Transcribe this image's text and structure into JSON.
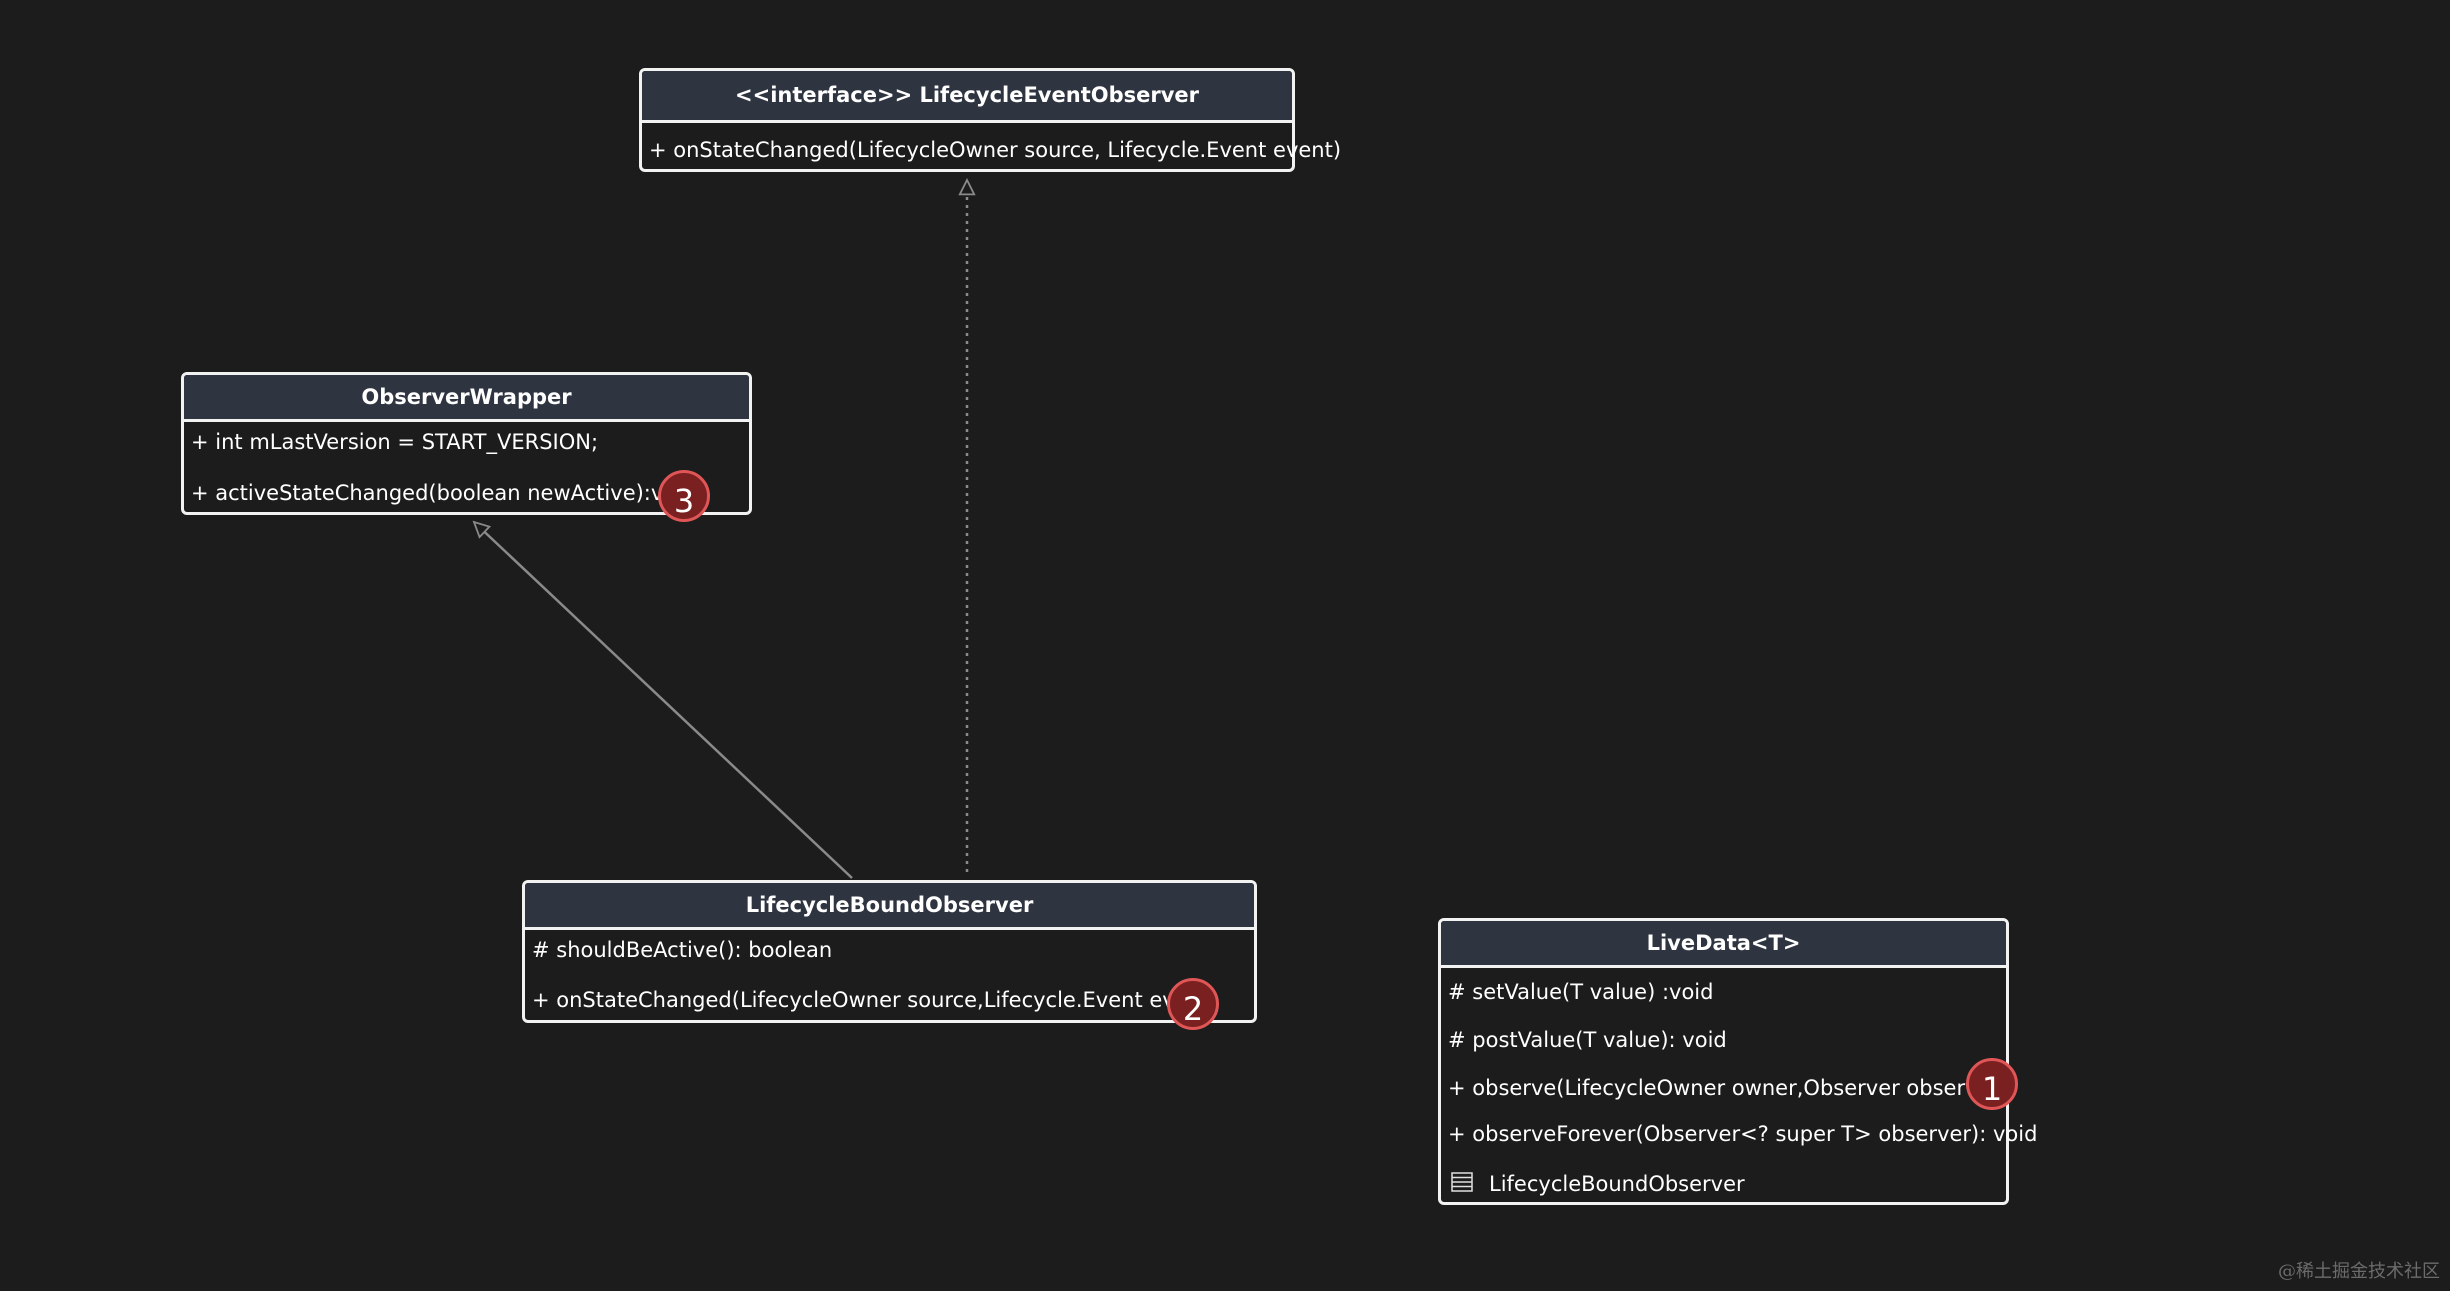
{
  "classes": {
    "lifecycle_event_observer": {
      "title": "<<interface>> LifecycleEventObserver",
      "members": [
        "+ onStateChanged(LifecycleOwner source, Lifecycle.Event event)"
      ]
    },
    "observer_wrapper": {
      "title": "ObserverWrapper",
      "members": [
        "+ int mLastVersion = START_VERSION;",
        "+ activeStateChanged(boolean newActive):void"
      ],
      "badge": "3"
    },
    "lifecycle_bound_observer": {
      "title": "LifecycleBoundObserver",
      "members": [
        "# shouldBeActive(): boolean",
        "+ onStateChanged(LifecycleOwner source,Lifecycle.Event event)"
      ],
      "badge": "2"
    },
    "live_data": {
      "title": "LiveData<T>",
      "members": [
        "#  setValue(T value) :void",
        "#  postValue(T value): void",
        "+ observe(LifecycleOwner owner,Observer observer)",
        "+ observeForever(Observer<? super T> observer): void"
      ],
      "inner_class": {
        "icon": "inner-class-icon",
        "label": "LifecycleBoundObserver"
      },
      "badge": "1"
    }
  },
  "relations": [
    {
      "type": "realization",
      "from": "LifecycleBoundObserver",
      "to": "LifecycleEventObserver"
    },
    {
      "type": "generalization",
      "from": "LifecycleBoundObserver",
      "to": "ObserverWrapper"
    }
  ],
  "colors": {
    "background": "#1c1c1d",
    "header": "#2e3440",
    "border": "#f2f2f2",
    "badge_fill": "#7a2020",
    "badge_ring": "#e05656",
    "connector": "#8a8a8a"
  },
  "watermark": "@稀土掘金技术社区"
}
